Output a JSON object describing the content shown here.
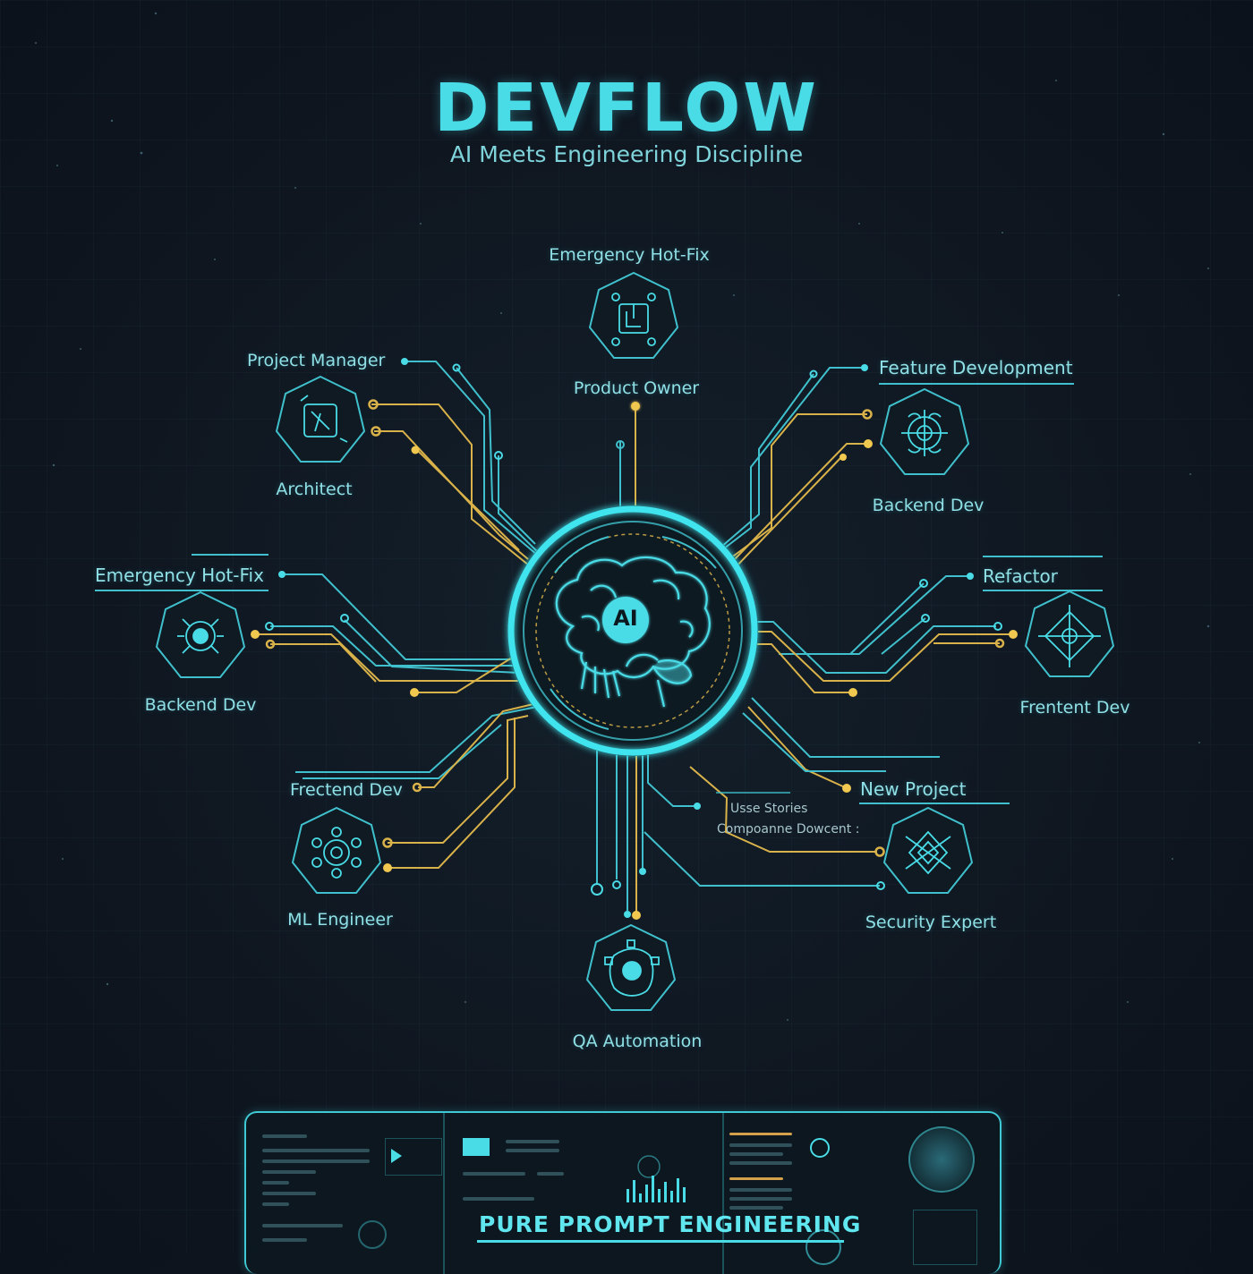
{
  "header": {
    "title": "DEVFLOW",
    "subtitle": "AI Meets Engineering Discipline"
  },
  "center": {
    "badge": "AI",
    "icon": "brain-icon"
  },
  "nodes": [
    {
      "id": "top",
      "label_above": "Emergency Hot-Fix",
      "label_below": "Product Owner",
      "icon": "circuit-chip-icon"
    },
    {
      "id": "upper-left",
      "label_above": "Project Manager",
      "label_below": "Architect",
      "icon": "blueprint-icon"
    },
    {
      "id": "upper-right",
      "label_above": "Feature Development",
      "label_below": "Backend Dev",
      "icon": "gear-mandala-icon"
    },
    {
      "id": "left",
      "label_above": "Emergency Hot-Fix",
      "label_below": "Backend Dev",
      "icon": "gear-cluster-icon"
    },
    {
      "id": "right",
      "label_above": "Refactor",
      "label_below": "Frentent Dev",
      "icon": "diamond-mandala-icon"
    },
    {
      "id": "lower-left",
      "label_above": "Frectend Dev",
      "label_below": "ML Engineer",
      "icon": "neural-flower-icon"
    },
    {
      "id": "lower-right",
      "label_above": "New Project",
      "label_below": "Security Expert",
      "icon": "shield-gear-icon"
    },
    {
      "id": "bottom",
      "label_above": "",
      "label_below": "QA Automation",
      "icon": "test-target-icon"
    }
  ],
  "annotations": {
    "line1": "Usse Stories",
    "line2": "Compoanne Dowcent :"
  },
  "dashboard": {
    "title": "PURE PROMPT ENGINEERING"
  },
  "colors": {
    "background": "#0f1620",
    "cyan": "#49dbe6",
    "gold": "#d9b24a",
    "text": "#8fe0e6"
  }
}
